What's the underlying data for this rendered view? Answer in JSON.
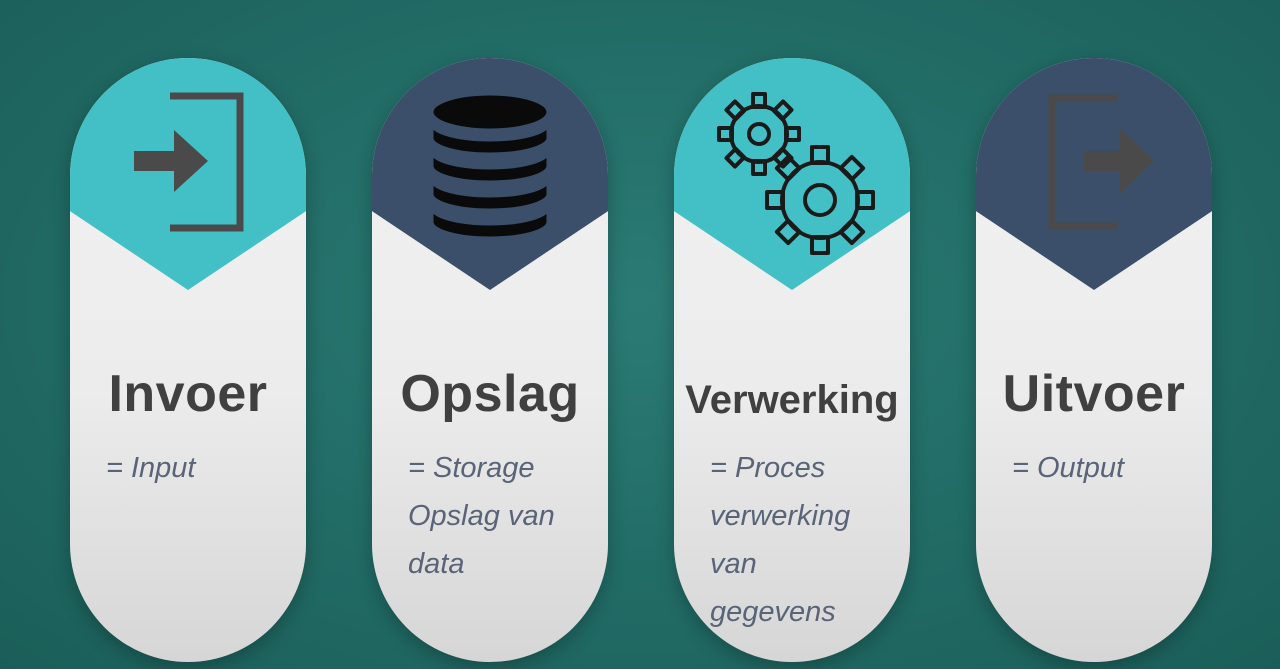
{
  "columns": [
    {
      "title": "Invoer",
      "lines": [
        "= Input"
      ],
      "icon": "input-arrow-icon",
      "cap_color": "#43c0c6"
    },
    {
      "title": "Opslag",
      "lines": [
        "= Storage",
        "Opslag van",
        "data"
      ],
      "icon": "database-icon",
      "cap_color": "#3b4f6a"
    },
    {
      "title": "Verwerking",
      "lines": [
        "= Proces",
        "verwerking",
        "van",
        "gegevens"
      ],
      "icon": "gears-icon",
      "cap_color": "#43c0c6"
    },
    {
      "title": "Uitvoer",
      "lines": [
        "= Output"
      ],
      "icon": "output-arrow-icon",
      "cap_color": "#3b4f6a"
    }
  ]
}
